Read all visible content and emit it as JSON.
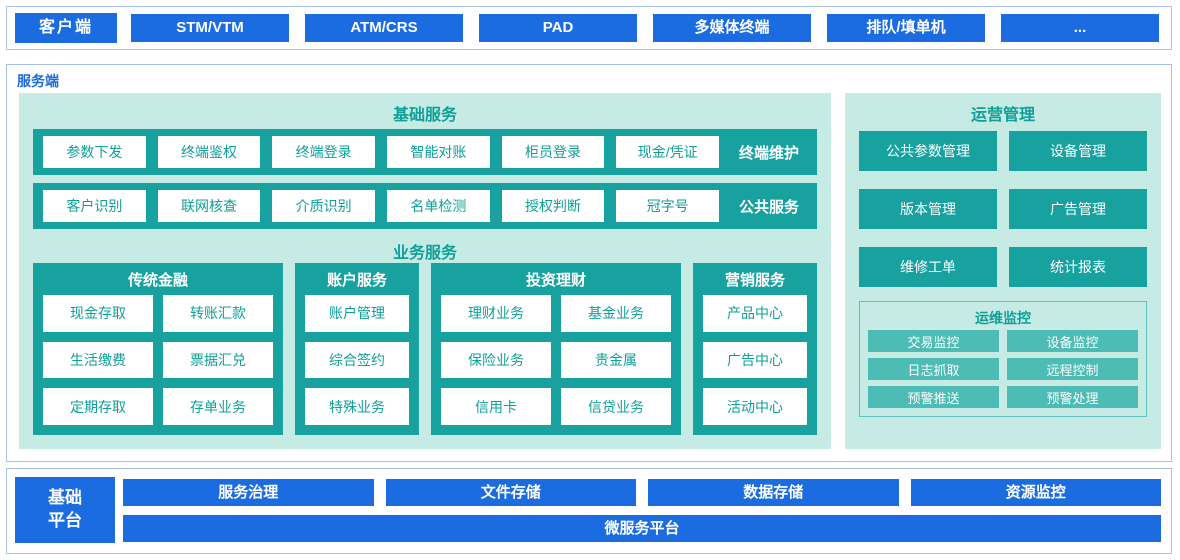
{
  "colors": {
    "accent_blue": "#1b6ce1",
    "border_blue": "#a9c3e8",
    "panel_mint": "#c6ebe4",
    "teal": "#17a2a0",
    "teal_text": "#0fa098",
    "teal_light": "#4cbcb4"
  },
  "client": {
    "label": "客户端",
    "terminals": [
      "STM/VTM",
      "ATM/CRS",
      "PAD",
      "多媒体终端",
      "排队/填单机",
      "..."
    ]
  },
  "server": {
    "label": "服务端",
    "basic_services": {
      "title": "基础服务",
      "rows": [
        {
          "label": "终端维护",
          "items": [
            "参数下发",
            "终端鉴权",
            "终端登录",
            "智能对账",
            "柜员登录",
            "现金/凭证"
          ]
        },
        {
          "label": "公共服务",
          "items": [
            "客户识别",
            "联网核查",
            "介质识别",
            "名单检测",
            "授权判断",
            "冠字号"
          ]
        }
      ]
    },
    "business_services": {
      "title": "业务服务",
      "groups": [
        {
          "title": "传统金融",
          "items": [
            "现金存取",
            "转账汇款",
            "生活缴费",
            "票据汇兑",
            "定期存取",
            "存单业务"
          ]
        },
        {
          "title": "账户服务",
          "items": [
            "账户管理",
            "综合签约",
            "特殊业务"
          ]
        },
        {
          "title": "投资理财",
          "items": [
            "理财业务",
            "基金业务",
            "保险业务",
            "贵金属",
            "信用卡",
            "信贷业务"
          ]
        },
        {
          "title": "营销服务",
          "items": [
            "产品中心",
            "广告中心",
            "活动中心"
          ]
        }
      ]
    },
    "operations": {
      "title": "运营管理",
      "items": [
        "公共参数管理",
        "设备管理",
        "版本管理",
        "广告管理",
        "维修工单",
        "统计报表"
      ],
      "monitoring": {
        "title": "运维监控",
        "items": [
          "交易监控",
          "设备监控",
          "日志抓取",
          "远程控制",
          "预警推送",
          "预警处理"
        ]
      }
    }
  },
  "platform": {
    "label": "基础平台",
    "items": [
      "服务治理",
      "文件存储",
      "数据存储",
      "资源监控"
    ],
    "full_width_item": "微服务平台"
  }
}
